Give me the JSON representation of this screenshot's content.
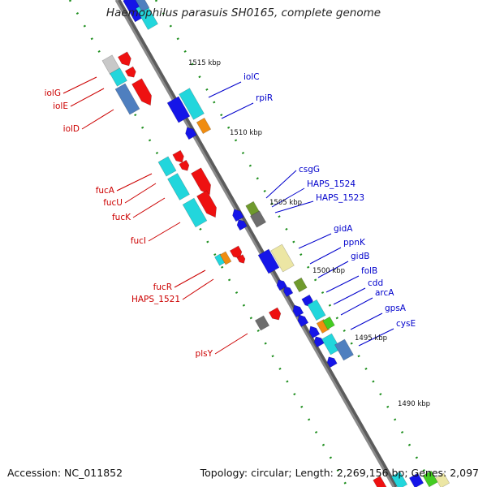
{
  "title": "Haemophilus parasuis SH0165, complete genome",
  "footer": {
    "accession": "Accession: NC_011852",
    "stats": "Topology: circular; Length: 2,269,156 bp; Genes: 2,097"
  },
  "tick_labels": [
    "1515 kbp",
    "1510 kbp",
    "1505 kbp",
    "1500 kbp",
    "1495 kbp",
    "1490 kbp"
  ],
  "genes_left": [
    "iolG",
    "iolE",
    "iolD",
    "fucA",
    "fucU",
    "fucK",
    "fucI",
    "fucR",
    "HAPS_1521",
    "plsY"
  ],
  "genes_right": [
    "iolC",
    "rpiR",
    "csgG",
    "HAPS_1524",
    "HAPS_1523",
    "gidA",
    "ppnK",
    "gidB",
    "folB",
    "cdd",
    "arcA",
    "gpsA",
    "cysE"
  ],
  "colors": {
    "backbone": "#8a8a8a",
    "dots": "#1f8f1f",
    "left_label": "#cc0000",
    "right_label": "#0000cc",
    "red_feature": "#ee1111",
    "blue_feature": "#1515e8",
    "cyan_feature": "#22d6dc",
    "steelblue_feature": "#4f7fbf",
    "orange_feature": "#f08c10",
    "olive_feature": "#6f9a2d",
    "gray_feature": "#6d6d6d",
    "khaki_feature": "#ece6a4"
  }
}
